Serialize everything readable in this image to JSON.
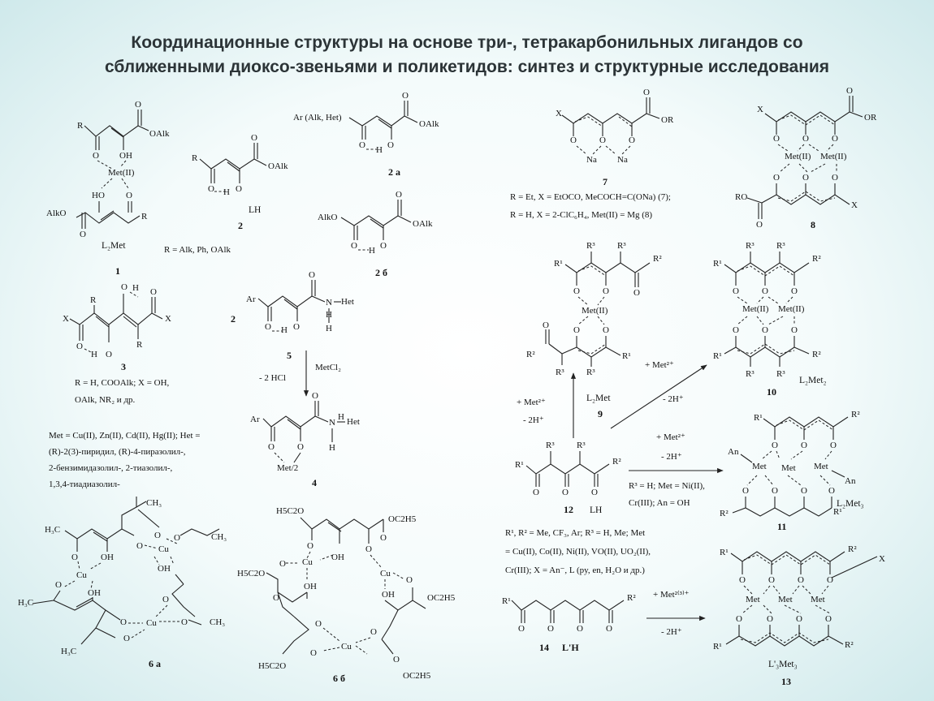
{
  "title": {
    "line1": "Координационные структуры на основе три-, тетракарбонильных лигандов со",
    "line2": "сближенными диоксо-звеньями и поликетидов: синтез и структурные исследования"
  },
  "compounds": {
    "c1": {
      "label": "L₂Met",
      "number": "1",
      "note": "R = Alk, Ph, OAlk"
    },
    "c2": {
      "label": "LH",
      "number": "2",
      "sub_a": "2 а",
      "sub_b": "2 б",
      "ar_group": "Ar (Alk, Het)"
    },
    "c3": {
      "number": "3",
      "note1": "R = H, COOAlk; X = OH,",
      "note2": "OAlk, NR₂ и др."
    },
    "c4": {
      "number": "4",
      "note1": "Met = Cu(II), Zn(II), Cd(II), Hg(II); Het =",
      "note2": "(R)-2(3)-пиридил,    (R)-4-пиразолил-,",
      "note3": "2-бензимидазолил-,            2-тиазолил-,",
      "note4": "1,3,4-тиадиазолил-"
    },
    "c5": {
      "number": "5",
      "reagent": "MetCl₂",
      "byproduct": "- 2 HCl"
    },
    "c6a": {
      "number": "6 а"
    },
    "c6b": {
      "number": "6 б"
    },
    "c7": {
      "number": "7",
      "note1": "R = Et, X = EtOCO, MeCOCH=C(ONa) (7);",
      "note2": "R = H, X = 2-ClC₆H₄, Met(II) = Mg (8)"
    },
    "c8": {
      "number": "8"
    },
    "c9": {
      "label": "L₂Met",
      "number": "9"
    },
    "c10": {
      "label": "L₂Met₂",
      "number": "10"
    },
    "c11": {
      "label": "L₂Met₃",
      "number": "11",
      "note1": "R³ = H; Met = Ni(II),",
      "note2": "Cr(III); An = OH"
    },
    "c12": {
      "label": "LH",
      "number": "12",
      "note1": "R¹, R² = Me, CF₃, Ar; R³ = H, Me; Met",
      "note2": "= Cu(II), Co(II), Ni(II), VO(II), UO₂(II),",
      "note3": "Cr(III); X = An⁻, L (py, en, H₂O и др.)"
    },
    "c13": {
      "label": "L'₃Met₃",
      "number": "13"
    },
    "c14": {
      "label": "L'H",
      "number": "14"
    }
  },
  "reagents": {
    "met2": "+ Met²⁺",
    "h2": "- 2H⁺",
    "met23": "+ Met²⁽³⁾⁺"
  }
}
